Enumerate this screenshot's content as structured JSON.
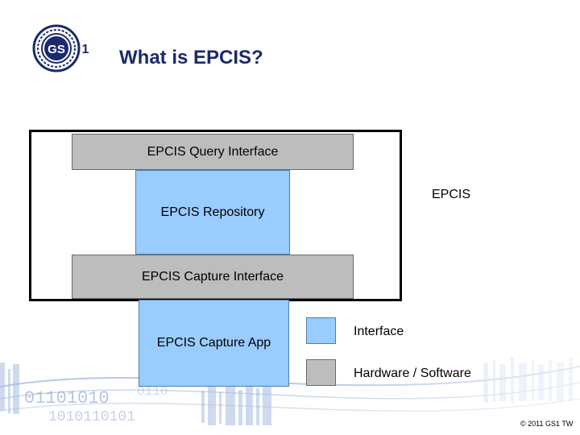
{
  "logo": {
    "text": "GS1"
  },
  "title": "What is EPCIS?",
  "diagram": {
    "query_interface": "EPCIS Query Interface",
    "repository": "EPCIS Repository",
    "frame_label": "EPCIS",
    "capture_interface": "EPCIS Capture Interface",
    "capture_app": "EPCIS Capture App"
  },
  "legend": {
    "interface": "Interface",
    "hardware_software": "Hardware / Software"
  },
  "colors": {
    "interface_fill": "#bdbdbd",
    "software_fill": "#99ccff",
    "title": "#1a2a6c",
    "logo_blue": "#1a2a6c"
  },
  "footer": {
    "copyright": "© 2011 GS1 TW"
  }
}
